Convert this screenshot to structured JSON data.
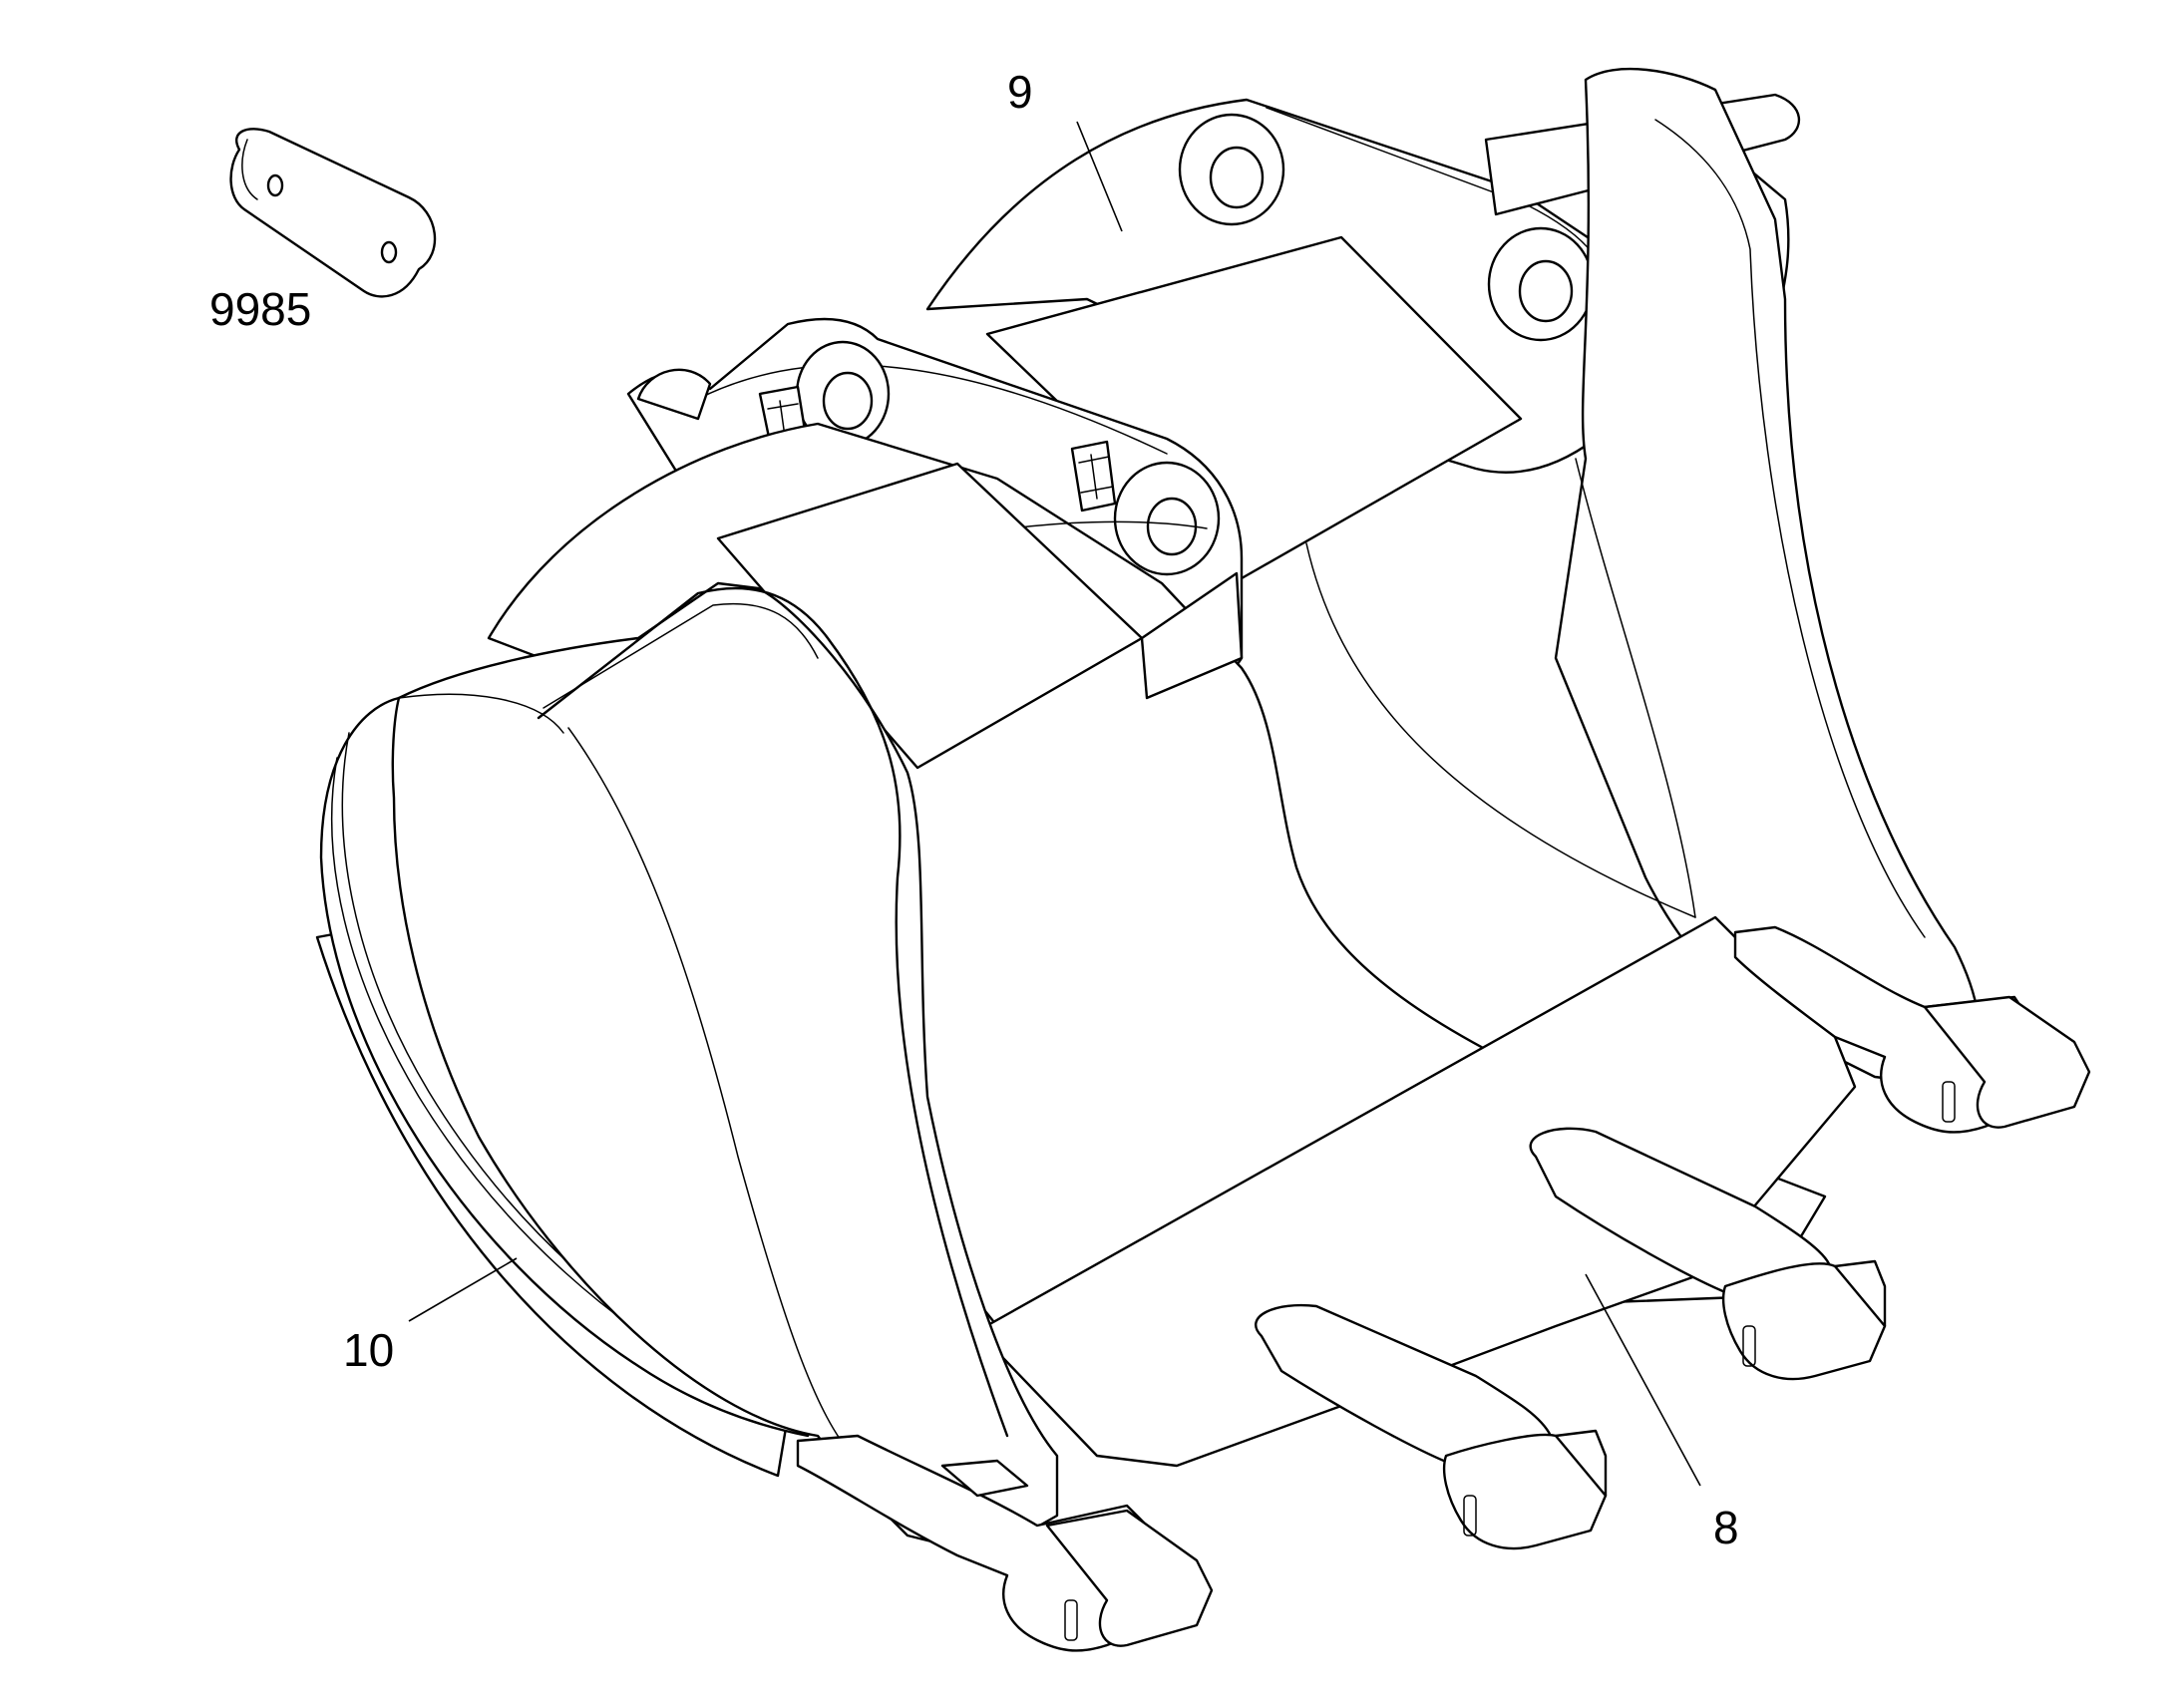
{
  "diagram": {
    "type": "exploded parts illustration",
    "line_color": "#000000",
    "background_color": "#ffffff",
    "callouts": [
      {
        "id": "9985",
        "label": "9985"
      },
      {
        "id": "9",
        "label": "9"
      },
      {
        "id": "10",
        "label": "10"
      },
      {
        "id": "8",
        "label": "8"
      }
    ]
  }
}
